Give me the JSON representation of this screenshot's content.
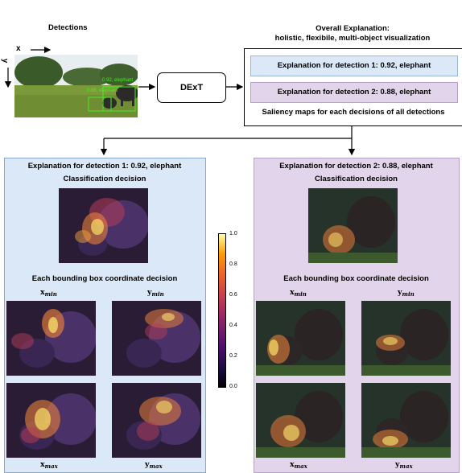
{
  "header": {
    "detections_title": "Detections",
    "x_axis": "x",
    "y_axis": "y",
    "det_labels": [
      "0.92, elephant",
      "0.88, elephant"
    ],
    "dext_label": "DExT",
    "overall_title": "Overall Explanation:",
    "overall_subtitle": "holistic, flexibile, multi-object visualization",
    "expl1": "Explanation for detection 1: 0.92, elephant",
    "expl2": "Explanation for detection 2: 0.88, elephant",
    "saliency_caption": "Saliency maps for each decisions of all detections"
  },
  "left_panel": {
    "title": "Explanation for detection 1: 0.92, elephant",
    "classification": "Classification decision",
    "bbox_caption": "Each bounding box coordinate decision",
    "xmin": "x",
    "ymin": "y",
    "xmax": "x",
    "ymax": "y",
    "sub_min": "min",
    "sub_max": "max"
  },
  "right_panel": {
    "title": "Explanation for detection 2: 0.88, elephant",
    "classification": "Classification decision",
    "bbox_caption": "Each bounding box coordinate decision",
    "xmin": "x",
    "ymin": "y",
    "xmax": "x",
    "ymax": "y",
    "sub_min": "min",
    "sub_max": "max"
  },
  "colorbar": {
    "ticks": [
      "1.0",
      "0.8",
      "0.6",
      "0.4",
      "0.2",
      "0.0"
    ],
    "colormap": "inferno"
  },
  "colors": {
    "left_panel_bg": "#dbe8f8",
    "right_panel_bg": "#e2d4ea",
    "expl1_bg": "#dbe8f8",
    "expl2_bg": "#e2d4ea",
    "bbox_green": "#44ee22"
  }
}
